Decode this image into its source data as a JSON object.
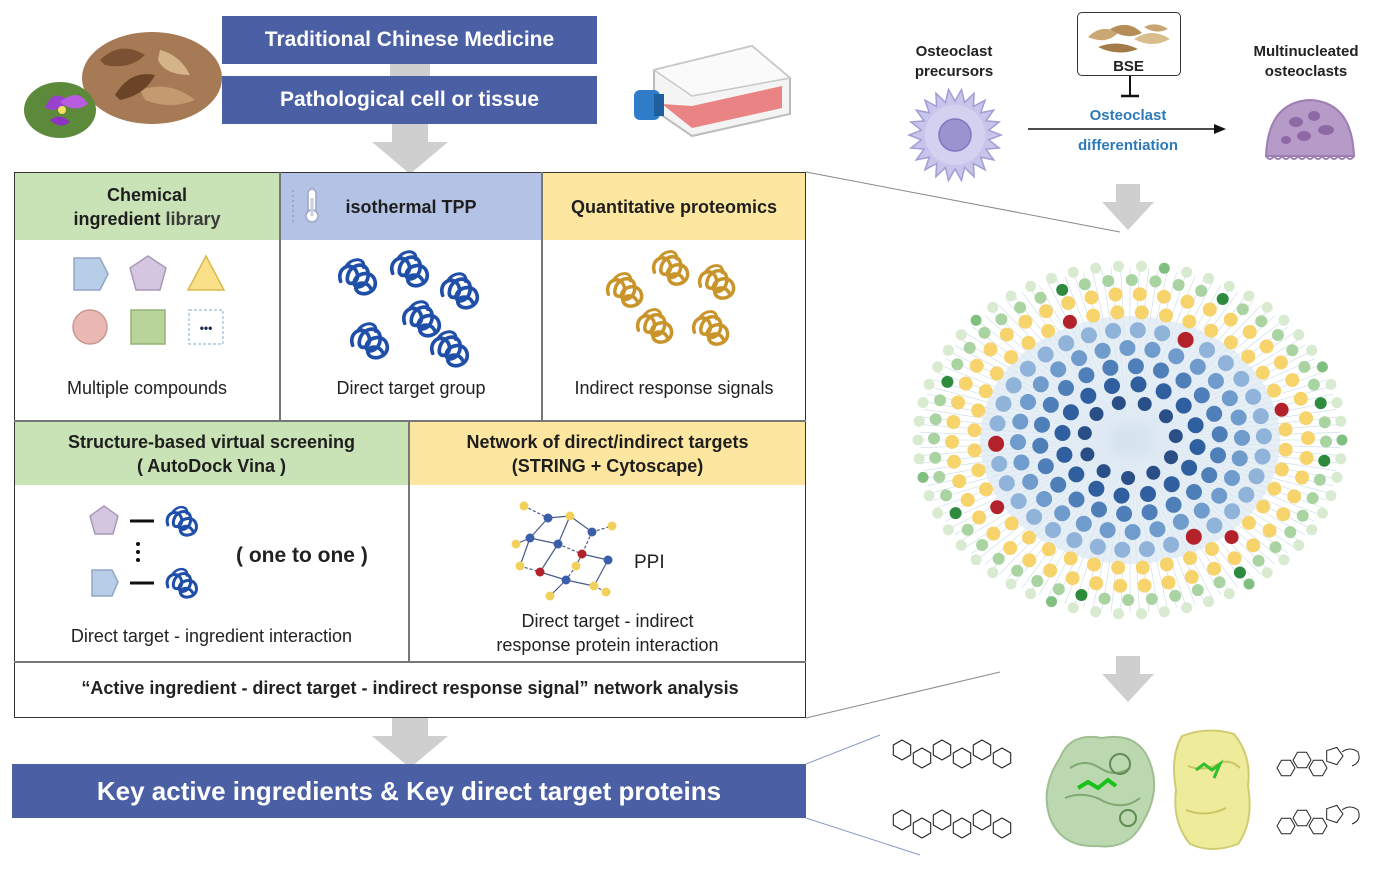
{
  "top_bars": {
    "tcm": "Traditional Chinese Medicine",
    "pathological": "Pathological cell or tissue"
  },
  "panels": {
    "library": {
      "title_line1": "Chemical",
      "title_line2_bold": "ingredient",
      "title_line2_rest": " library",
      "caption": "Multiple compounds",
      "more_glyph": "•••"
    },
    "tpp": {
      "title": "isothermal TPP",
      "caption": "Direct target group"
    },
    "proteomics": {
      "title": "Quantitative proteomics",
      "caption": "Indirect response signals"
    },
    "screening": {
      "title_line1": "Structure-based virtual screening",
      "title_line2": "( AutoDock Vina )",
      "mapping": "( one to one )",
      "caption": "Direct target - ingredient interaction"
    },
    "network": {
      "title_line1": "Network of direct/indirect targets",
      "title_line2": "(STRING + Cytoscape)",
      "ppi": "PPI",
      "caption_line1": "Direct target - indirect",
      "caption_line2": "response protein interaction"
    },
    "analysis": "“Active ingredient - direct target - indirect response signal” network analysis"
  },
  "bottom_bar": "Key active ingredients & Key direct target proteins",
  "osteoclast": {
    "precursors_line1": "Osteoclast",
    "precursors_line2": "precursors",
    "bse": "BSE",
    "diff_line1": "Osteoclast",
    "diff_line2": "differentiation",
    "multi_line1": "Multinucleated",
    "multi_line2": "osteoclasts"
  },
  "colors": {
    "bar_blue": "#4a5fa4",
    "green_header": "#c9e3b6",
    "blue_header": "#b4c2e6",
    "yellow_header": "#fde7a0",
    "protein_blue": "#1f4fa8",
    "protein_gold": "#c9952a",
    "network_dark_blue": "#2f5f9e",
    "network_light_blue": "#8fb3d9",
    "network_yellow": "#f6d36b",
    "network_green": "#7fbf7f",
    "network_red": "#b3222b",
    "diff_text": "#2e7ab8"
  }
}
